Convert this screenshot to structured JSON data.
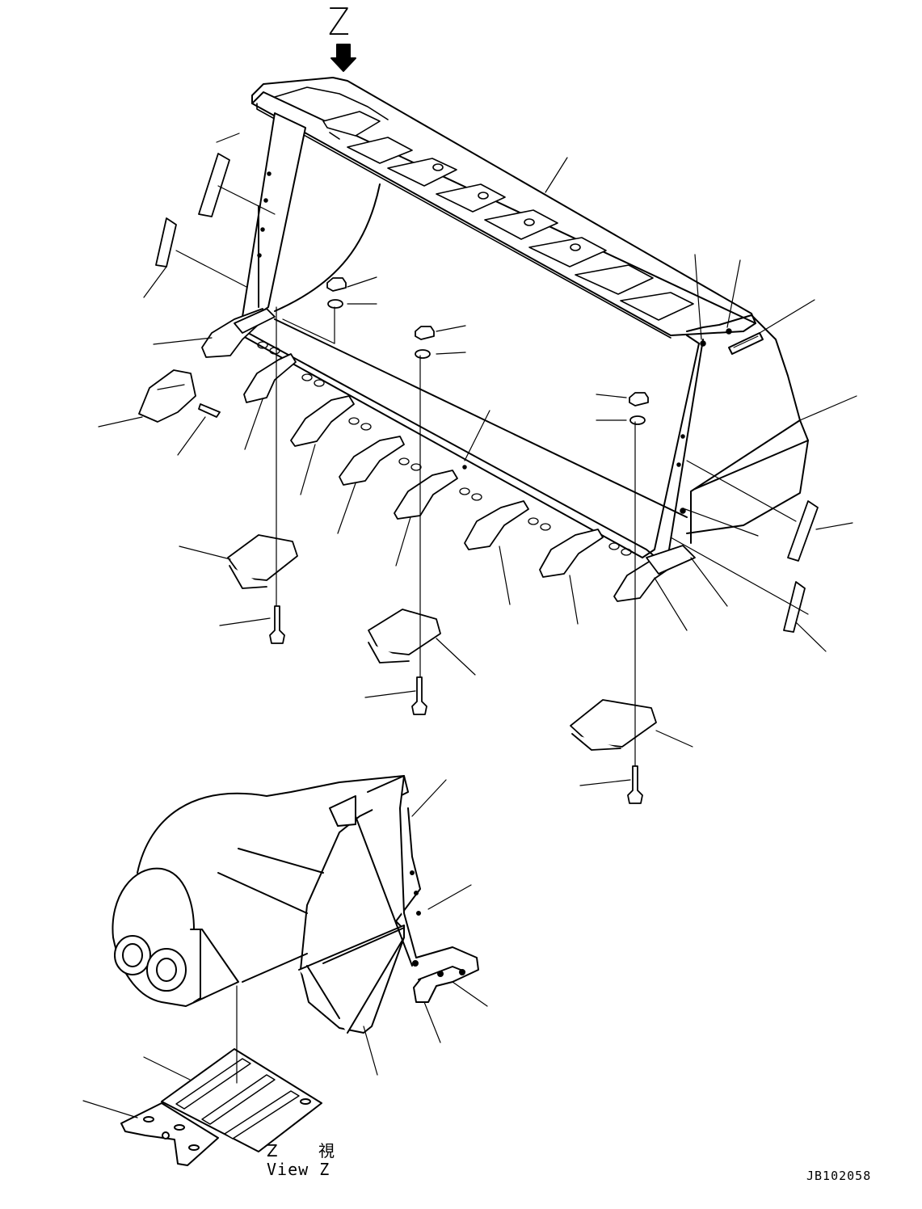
{
  "view_marker": "Z",
  "view_caption_jp": "Z 視",
  "view_caption_en": "View Z",
  "drawing_code": "JB102058",
  "line_color": "#000000",
  "background": "#ffffff",
  "icons": [
    "view-direction-arrow-icon"
  ]
}
